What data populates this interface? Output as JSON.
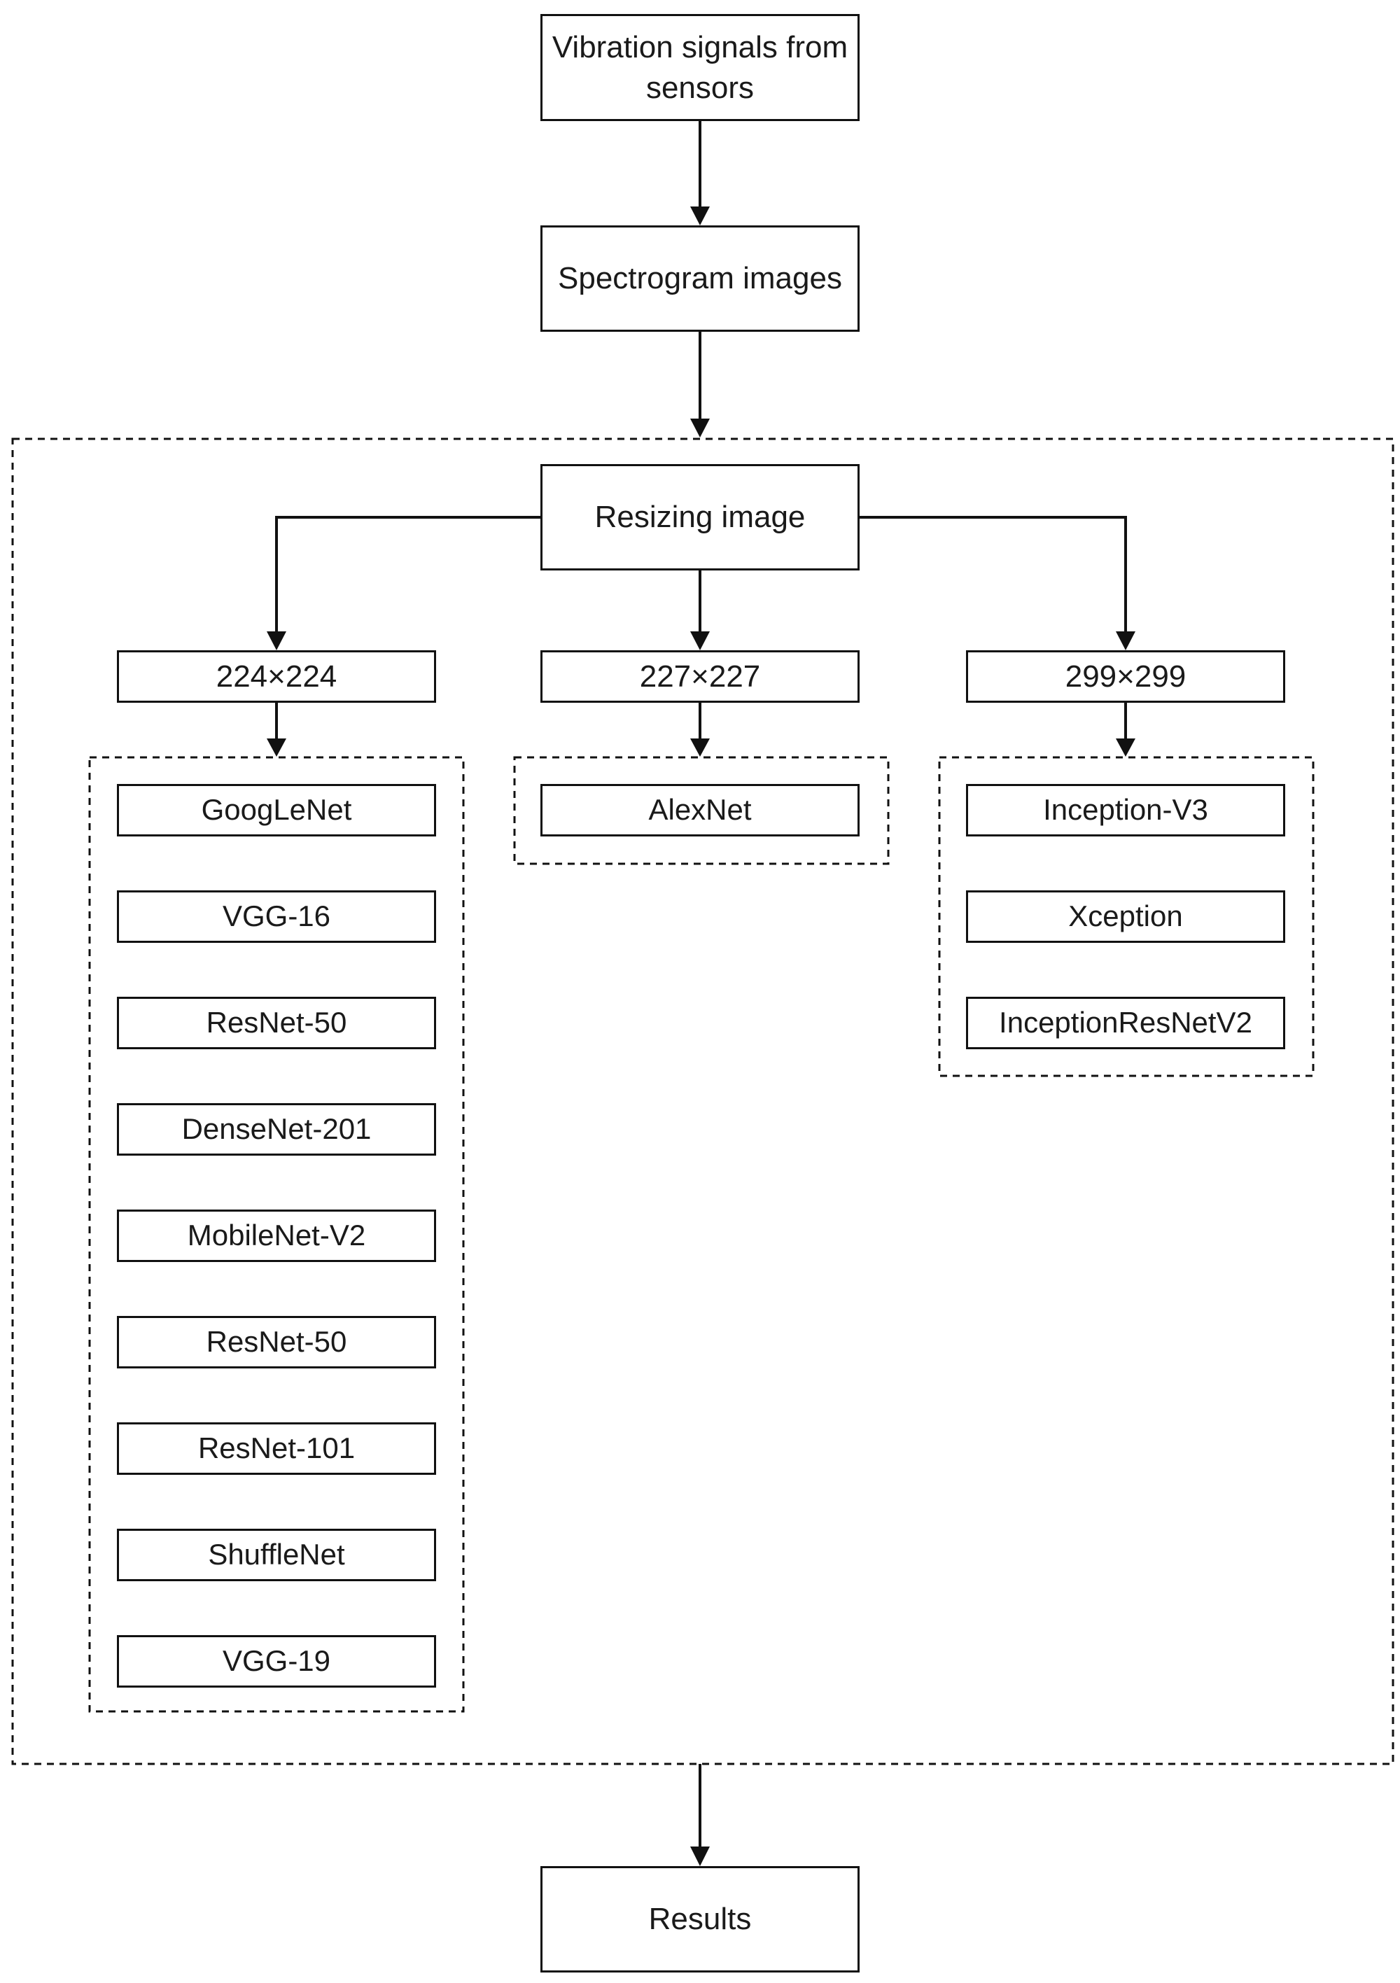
{
  "nodes": {
    "input": "Vibration signals from sensors",
    "spectrogram": "Spectrogram images",
    "resize": "Resizing image",
    "size_224": "224×224",
    "size_227": "227×227",
    "size_299": "299×299",
    "results": "Results"
  },
  "groups": {
    "g224": [
      "GoogLeNet",
      "VGG-16",
      "ResNet-50",
      "DenseNet-201",
      "MobileNet-V2",
      "ResNet-50",
      "ResNet-101",
      "ShuffleNet",
      "VGG-19"
    ],
    "g227": [
      "AlexNet"
    ],
    "g299": [
      "Inception-V3",
      "Xception",
      "InceptionResNetV2"
    ]
  }
}
